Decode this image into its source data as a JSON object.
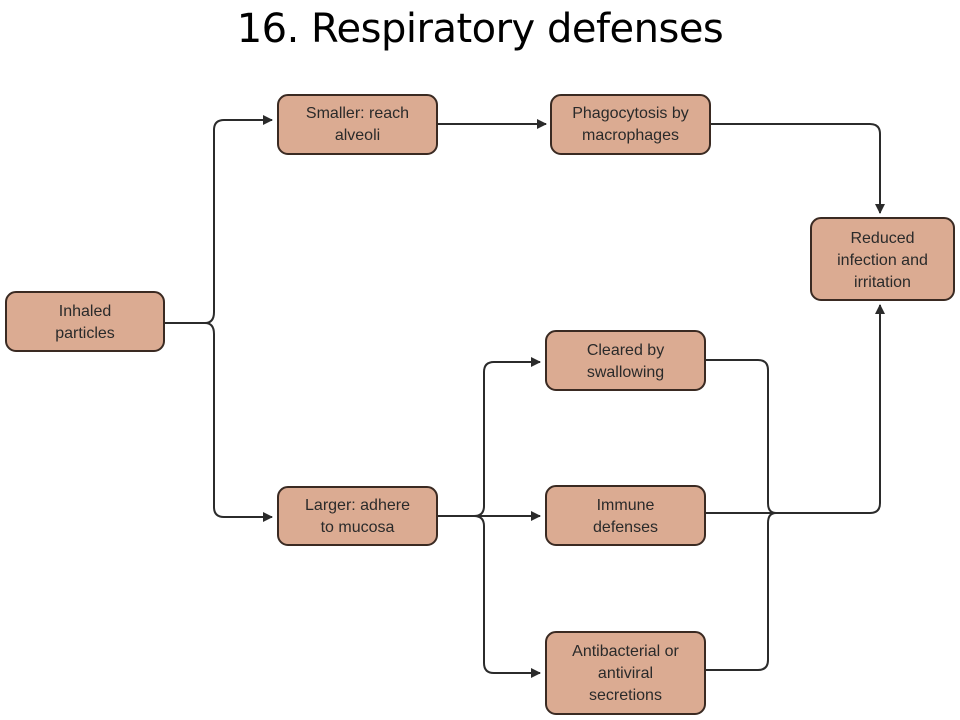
{
  "title": "16. Respiratory defenses",
  "colors": {
    "node_fill": "#dbab92",
    "node_stroke": "#3a2a22",
    "edge": "#2b2b2b"
  },
  "nodes": {
    "inhaled": [
      "Inhaled",
      "particles"
    ],
    "smaller": [
      "Smaller: reach",
      "alveoli"
    ],
    "phagocytosis": [
      "Phagocytosis by",
      "macrophages"
    ],
    "reduced": [
      "Reduced",
      "infection and",
      "irritation"
    ],
    "larger": [
      "Larger: adhere",
      "to mucosa"
    ],
    "cleared": [
      "Cleared by",
      "swallowing"
    ],
    "immune": [
      "Immune",
      "defenses"
    ],
    "antibacterial": [
      "Antibacterial or",
      "antiviral",
      "secretions"
    ]
  }
}
